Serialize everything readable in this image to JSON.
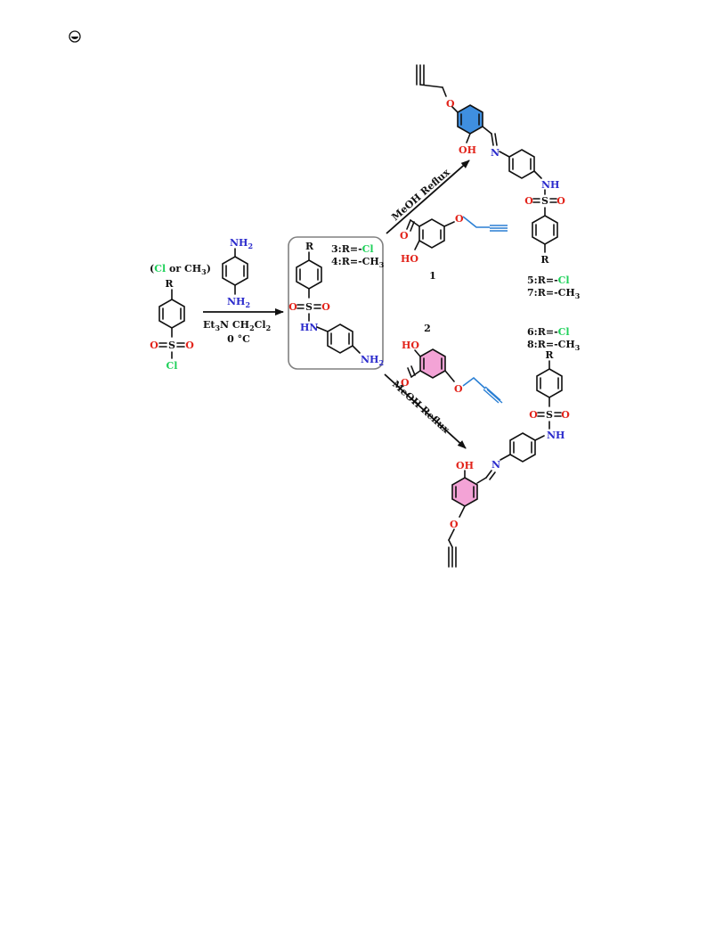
{
  "colors": {
    "bond": "#111111",
    "oxygen": "#e2231a",
    "nitrogen": "#2b2bcc",
    "chlorine": "#1fd15a",
    "propargyl": "#2a7fd4",
    "ring_blue": "#3f8fe0",
    "ring_pink": "#f3a3d6",
    "box": "#808080"
  },
  "icon": "copyright-like-circle-icon",
  "starting_material": {
    "r_note_open": "(",
    "r_note_cl": "Cl",
    "r_note_rest": " or CH",
    "r_note_sub": "3",
    "r_note_close": ")",
    "r": "R",
    "s": "S",
    "o": "O",
    "cl": "Cl"
  },
  "reagent1": {
    "nh2_top": "NH",
    "nh2_bottom": "NH",
    "sub2": "2",
    "cond_line1a": "Et",
    "cond_line1b": "N  CH",
    "cond_line1c": "Cl",
    "cond_line2": "0 °C"
  },
  "intermediate": {
    "r": "R",
    "label3_a": "3:R=-",
    "label3_b": "Cl",
    "label4": "4:R=-CH",
    "sub3": "3",
    "s": "S",
    "o": "O",
    "hn": "HN",
    "nh2": "NH",
    "sub2": "2"
  },
  "aldehyde1": {
    "o": "O",
    "ho": "HO",
    "o_ether": "O",
    "number": "1"
  },
  "aldehyde2": {
    "ho": "HO",
    "o": "O",
    "o_ether": "O",
    "number": "2"
  },
  "arrow_upper": {
    "text": "MeOH  Reflux"
  },
  "arrow_lower": {
    "text": "MeOH  Reflux"
  },
  "product_upper": {
    "o_ether": "O",
    "oh": "OH",
    "n": "N",
    "nh": "NH",
    "s": "S",
    "o": "O",
    "r": "R",
    "label5_a": "5:R=-",
    "label5_b": "Cl",
    "label7": "7:R=-CH",
    "sub3": "3"
  },
  "product_lower": {
    "label6_a": "6:R=-",
    "label6_b": "Cl",
    "label8": "8:R=-CH",
    "sub3": "3",
    "r": "R",
    "s": "S",
    "o": "O",
    "nh": "NH",
    "n": "N",
    "oh": "OH",
    "o_ether": "O"
  }
}
